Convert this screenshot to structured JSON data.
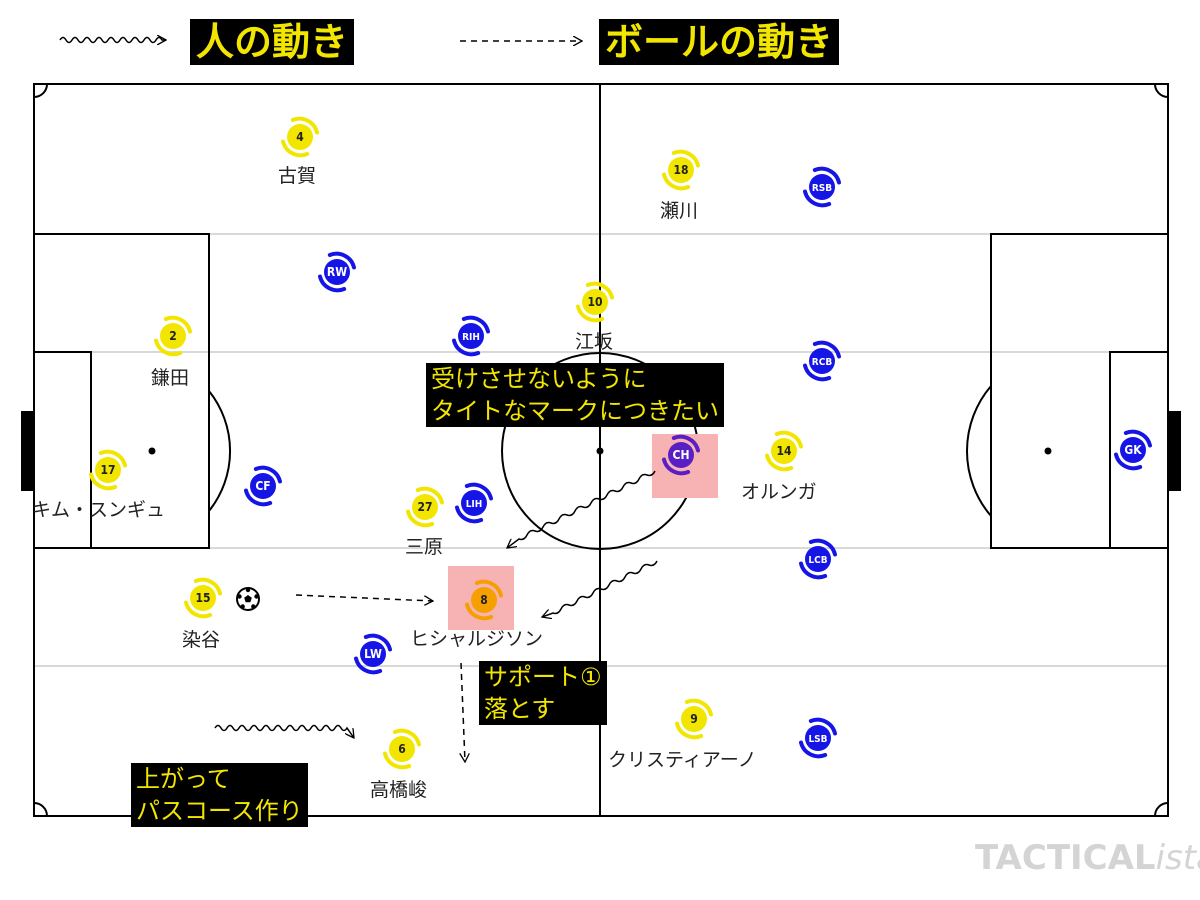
{
  "legend": {
    "player_move": "人の動き",
    "ball_move": "ボールの動き"
  },
  "colors": {
    "team_yellow": "#f2e600",
    "team_blue": "#1515e6",
    "ball_holder": "#f5a000",
    "opponent_dark": "#5a1fc4",
    "highlight": "#f7b3b3",
    "pitch_line": "#000000"
  },
  "yellow_players": [
    {
      "number": "4",
      "name": "古賀"
    },
    {
      "number": "2",
      "name": "鎌田"
    },
    {
      "number": "17",
      "name": "キム・スンギュ"
    },
    {
      "number": "15",
      "name": "染谷"
    },
    {
      "number": "27",
      "name": "三原"
    },
    {
      "number": "10",
      "name": "江坂"
    },
    {
      "number": "18",
      "name": "瀬川"
    },
    {
      "number": "14",
      "name": "オルンガ"
    },
    {
      "number": "8",
      "name": "ヒシャルジソン"
    },
    {
      "number": "6",
      "name": "高橋峻"
    },
    {
      "number": "9",
      "name": "クリスティアーノ"
    }
  ],
  "blue_players": [
    {
      "label": "RW"
    },
    {
      "label": "RIH"
    },
    {
      "label": "CF"
    },
    {
      "label": "LIH"
    },
    {
      "label": "LW"
    },
    {
      "label": "RSB"
    },
    {
      "label": "RCB"
    },
    {
      "label": "LCB"
    },
    {
      "label": "LSB"
    },
    {
      "label": "GK"
    },
    {
      "label": "CH"
    }
  ],
  "callouts": {
    "mark": [
      "受けさせないように",
      "タイトなマークにつきたい"
    ],
    "support": [
      "サポート①",
      "落とす"
    ],
    "run": [
      "上がって",
      "パスコース作り"
    ]
  },
  "brand": {
    "main": "TACTICAL",
    "sub": "ista"
  }
}
